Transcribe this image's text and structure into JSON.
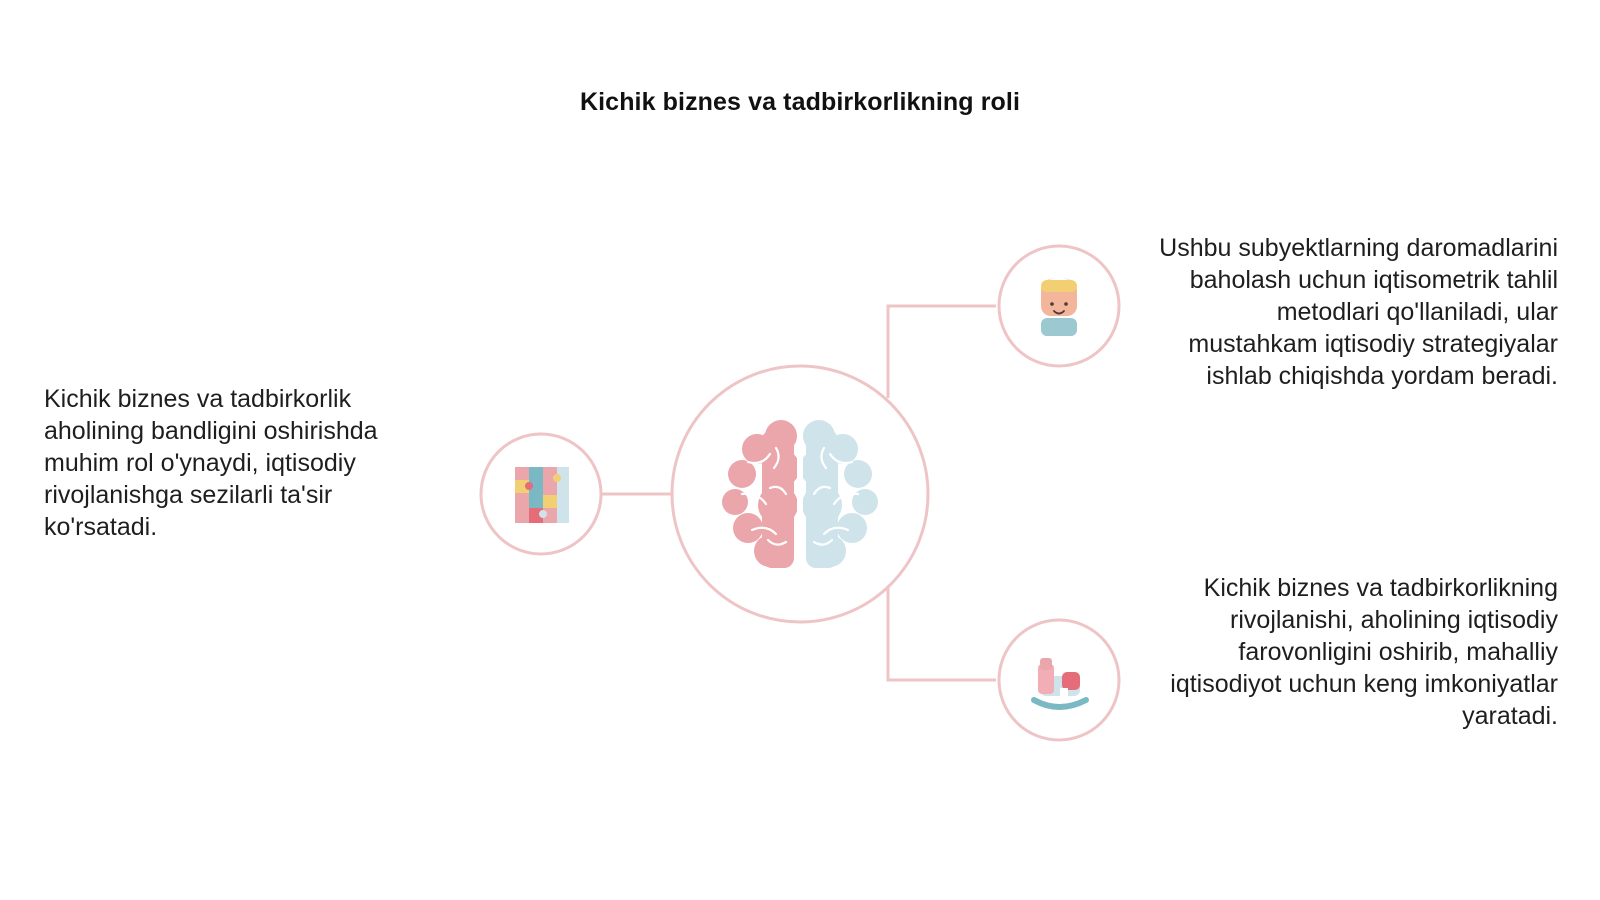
{
  "title": "Kichik biznes va tadbirkorlikning roli",
  "items": [
    {
      "position": "left",
      "icon": "puzzle-icon",
      "text": "Kichik biznes va tadbirkorlik aholining bandligini oshirishda muhim rol o'ynaydi, iqtisodiy rivojlanishga sezilarli ta'sir ko'rsatadi."
    },
    {
      "position": "right-top",
      "icon": "child-face-icon",
      "text": "Ushbu subyektlarning daromadlarini baholash uchun iqtisometrik tahlil metodlari qo'llaniladi, ular mustahkam iqtisodiy strategiyalar ishlab chiqishda yordam beradi."
    },
    {
      "position": "right-bottom",
      "icon": "rocking-horse-icon",
      "text": "Kichik biznes va tadbirkorlikning rivojlanishi, aholining iqtisodiy farovonligini oshirib, mahalliy iqtisodiyot uchun keng imkoniyatlar yaratadi."
    }
  ],
  "center_icon": "brain-icon",
  "colors": {
    "accent": "#eec4c6",
    "pink": "#eaa6ab",
    "blue": "#cfe3ea",
    "teal": "#7ab8c4",
    "yellow": "#f2cf72"
  }
}
